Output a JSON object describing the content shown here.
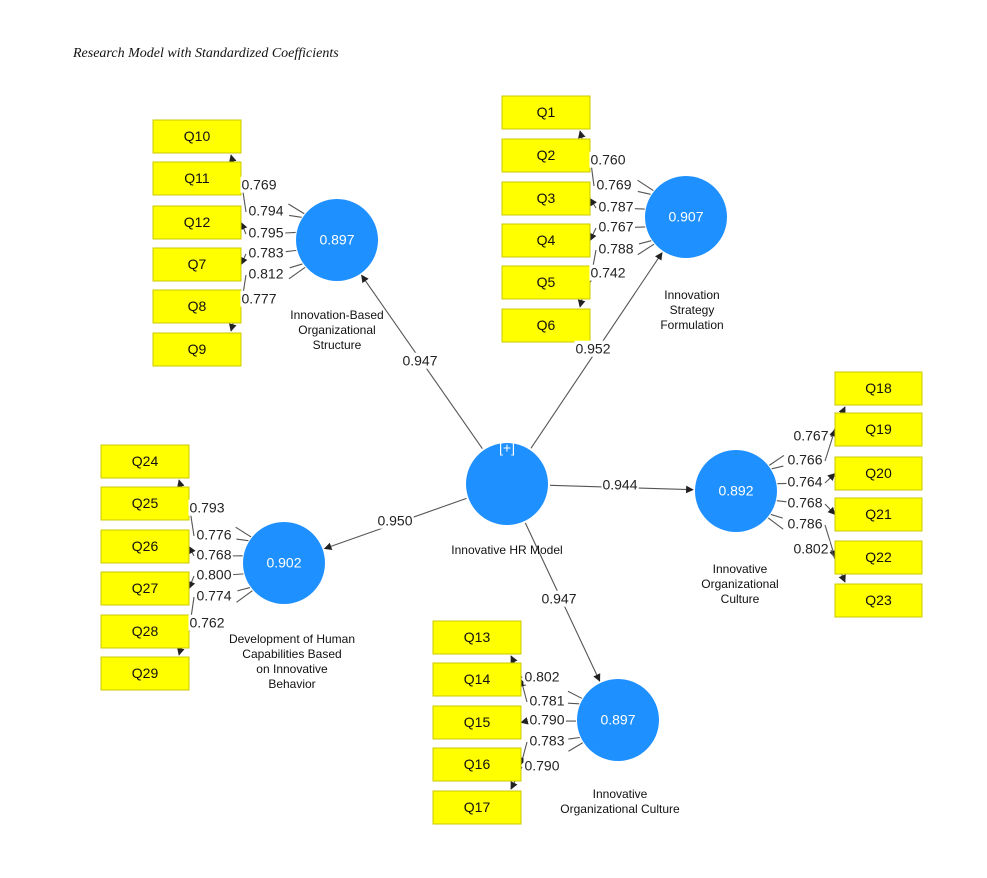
{
  "caption": "Research Model with Standardized Coefficients",
  "colors": {
    "construct": "#1e90ff",
    "indicator": "#ffff00",
    "indicator_border": "#c9c900",
    "line": "#555555"
  },
  "central": {
    "value": "[+]",
    "label": [
      "Innovative HR Model"
    ]
  },
  "constructs": [
    {
      "id": "structure",
      "value": "0.897",
      "label": [
        "Innovation-Based",
        "Organizational",
        "Structure"
      ],
      "path_coefficient": "0.947",
      "indicators": [
        {
          "name": "Q10",
          "loading": "0.769"
        },
        {
          "name": "Q11",
          "loading": "0.794"
        },
        {
          "name": "Q12",
          "loading": "0.795"
        },
        {
          "name": "Q7",
          "loading": "0.783"
        },
        {
          "name": "Q8",
          "loading": "0.812"
        },
        {
          "name": "Q9",
          "loading": "0.777"
        }
      ]
    },
    {
      "id": "strategy",
      "value": "0.907",
      "label": [
        "Innovation",
        "Strategy",
        "Formulation"
      ],
      "path_coefficient": "0.952",
      "indicators": [
        {
          "name": "Q1",
          "loading": "0.760"
        },
        {
          "name": "Q2",
          "loading": "0.769"
        },
        {
          "name": "Q3",
          "loading": "0.787"
        },
        {
          "name": "Q4",
          "loading": "0.767"
        },
        {
          "name": "Q5",
          "loading": "0.788"
        },
        {
          "name": "Q6",
          "loading": "0.742"
        }
      ]
    },
    {
      "id": "culture-right",
      "value": "0.892",
      "label": [
        "Innovative",
        "Organizational",
        "Culture"
      ],
      "path_coefficient": "0.944",
      "indicators": [
        {
          "name": "Q18",
          "loading": "0.767"
        },
        {
          "name": "Q19",
          "loading": "0.766"
        },
        {
          "name": "Q20",
          "loading": "0.764"
        },
        {
          "name": "Q21",
          "loading": "0.768"
        },
        {
          "name": "Q22",
          "loading": "0.786"
        },
        {
          "name": "Q23",
          "loading": "0.802"
        }
      ]
    },
    {
      "id": "culture-bottom",
      "value": "0.897",
      "label": [
        "Innovative",
        "Organizational Culture"
      ],
      "path_coefficient": "0.947",
      "indicators": [
        {
          "name": "Q13",
          "loading": "0.802"
        },
        {
          "name": "Q14",
          "loading": "0.781"
        },
        {
          "name": "Q15",
          "loading": "0.790"
        },
        {
          "name": "Q16",
          "loading": "0.783"
        },
        {
          "name": "Q17",
          "loading": "0.790"
        }
      ]
    },
    {
      "id": "capabilities",
      "value": "0.902",
      "label": [
        "Development of Human",
        "Capabilities Based",
        "on Innovative",
        "Behavior"
      ],
      "path_coefficient": "0.950",
      "indicators": [
        {
          "name": "Q24",
          "loading": "0.793"
        },
        {
          "name": "Q25",
          "loading": "0.776"
        },
        {
          "name": "Q26",
          "loading": "0.768"
        },
        {
          "name": "Q27",
          "loading": "0.800"
        },
        {
          "name": "Q28",
          "loading": "0.774"
        },
        {
          "name": "Q29",
          "loading": "0.762"
        }
      ]
    }
  ]
}
